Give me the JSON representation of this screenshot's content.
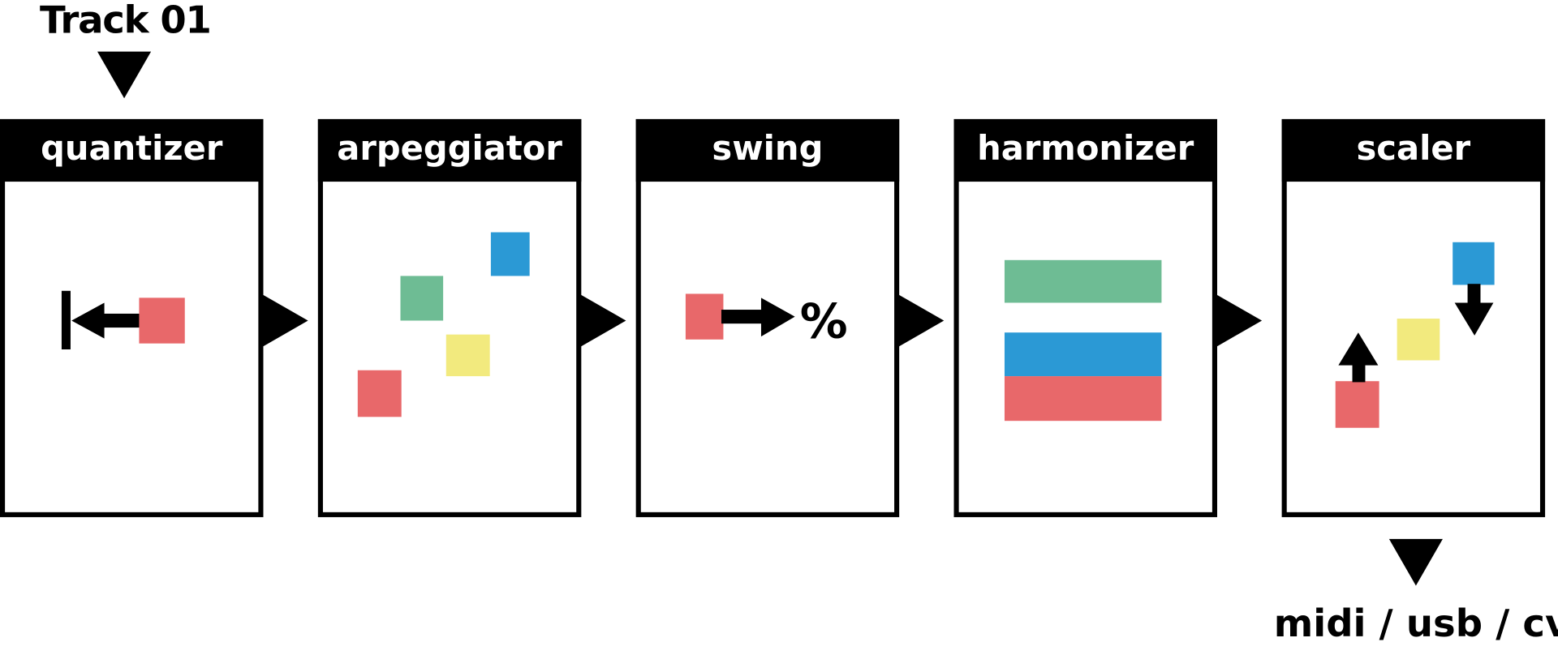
{
  "input_label": "Track 01",
  "output_label": "midi / usb / cv",
  "modules": [
    {
      "label": "quantizer"
    },
    {
      "label": "arpeggiator"
    },
    {
      "label": "swing"
    },
    {
      "label": "harmonizer"
    },
    {
      "label": "scaler"
    }
  ],
  "swing_symbol": "%",
  "colors": {
    "red": "#E8686A",
    "green": "#6EBC94",
    "blue": "#2B99D5",
    "yellow": "#F2EA7E",
    "black": "#000000"
  }
}
